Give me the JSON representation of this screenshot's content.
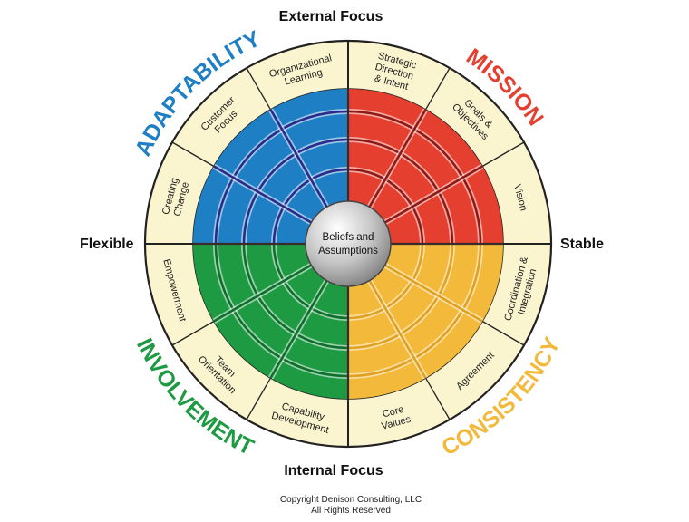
{
  "axes": {
    "top": "External Focus",
    "bottom": "Internal Focus",
    "left": "Flexible",
    "right": "Stable"
  },
  "center": {
    "lines": [
      "Beliefs and",
      "Assumptions"
    ]
  },
  "traits": [
    {
      "key": "adaptability",
      "label": "ADAPTABILITY",
      "color": "#1f7fc4",
      "indexes": [
        {
          "key": "organizational-learning",
          "lines": [
            "Organizational",
            "Learning"
          ]
        },
        {
          "key": "customer-focus",
          "lines": [
            "Customer",
            "Focus"
          ]
        },
        {
          "key": "creating-change",
          "lines": [
            "Creating",
            "Change"
          ]
        }
      ]
    },
    {
      "key": "mission",
      "label": "MISSION",
      "color": "#e43f2f",
      "indexes": [
        {
          "key": "strategic-direction",
          "lines": [
            "Strategic",
            "Direction",
            "& Intent"
          ]
        },
        {
          "key": "goals-objectives",
          "lines": [
            "Goals &",
            "Objectives"
          ]
        },
        {
          "key": "vision",
          "lines": [
            "Vision"
          ]
        }
      ]
    },
    {
      "key": "consistency",
      "label": "CONSISTENCY",
      "color": "#f2b93b",
      "indexes": [
        {
          "key": "coordination-integration",
          "lines": [
            "Coordination &",
            "Integration"
          ]
        },
        {
          "key": "agreement",
          "lines": [
            "Agreement"
          ]
        },
        {
          "key": "core-values",
          "lines": [
            "Core",
            "Values"
          ]
        }
      ]
    },
    {
      "key": "involvement",
      "label": "INVOLVEMENT",
      "color": "#1e9a43",
      "indexes": [
        {
          "key": "capability-development",
          "lines": [
            "Capability",
            "Development"
          ]
        },
        {
          "key": "team-orientation",
          "lines": [
            "Team",
            "Orientation"
          ]
        },
        {
          "key": "empowerment",
          "lines": [
            "Empowerment"
          ]
        }
      ]
    }
  ],
  "colors": {
    "band": "#fbf5cf",
    "outline": "#222222",
    "adaptability_dark": "#2a2a8a",
    "mission_dark": "#8e1a16",
    "consistency_dark": "#e0a020",
    "involvement_dark": "#0f6e2c"
  },
  "copyright": [
    "Copyright Denison Consulting, LLC",
    "All Rights Reserved"
  ]
}
